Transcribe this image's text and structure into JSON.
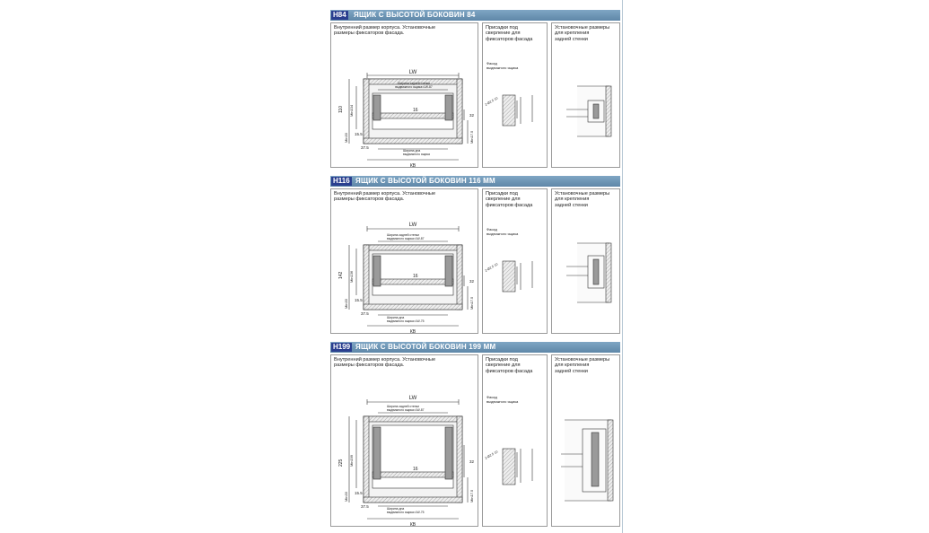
{
  "sections": [
    {
      "code": "H84",
      "title": "ЯЩИК С ВЫСОТОЙ БОКОВИН 84",
      "panel1_caption": [
        "Внутренний размер корпуса. Установочные",
        "размеры фиксаторов фасада."
      ],
      "panel2_caption": [
        "Присадки под",
        "сверление для",
        "фиксаторов фасада"
      ],
      "panel3_caption": [
        "Установочные размеры",
        "для крепления",
        "задней стенки"
      ],
      "dims": {
        "lw": "LW",
        "back_wall": [
          "Ширина задней стенки",
          "выдвижного ящика=LW-87"
        ],
        "bottom_width": [
          "Ширина дна",
          "выдвижного ящика"
        ],
        "kv": "КВ",
        "h_total": "110",
        "h_min": "Min104",
        "w16": "16",
        "left_vals": [
          "Min33",
          "15.5",
          "37.5"
        ],
        "right_vals": [
          "32",
          "Min17.5"
        ],
        "facade": [
          "Фасад",
          "выдвижного ящика"
        ],
        "drill": "2-Ø2.5 10"
      }
    },
    {
      "code": "H116",
      "title": "ЯЩИК С ВЫСОТОЙ БОКОВИН 116 ММ",
      "panel1_caption": [
        "Внутренний размер корпуса. Установочные",
        "размеры фиксаторов фасада."
      ],
      "panel2_caption": [
        "Присадки под",
        "сверление для",
        "фиксаторов фасада"
      ],
      "panel3_caption": [
        "Установочные размеры",
        "для крепления",
        "задней стенки"
      ],
      "dims": {
        "lw": "LW",
        "back_wall": [
          "Ширина задней стенки",
          "выдвижного ящика=LW-87"
        ],
        "bottom_width": [
          "Ширина дна",
          "выдвижного ящика=LW-75"
        ],
        "kv": "КВ",
        "h_total": "142",
        "h_min": "Min136",
        "w16": "16",
        "left_vals": [
          "Min33",
          "15.5",
          "37.5"
        ],
        "right_vals": [
          "32",
          "Min17.5"
        ],
        "facade": [
          "Фасад",
          "выдвижного ящика"
        ],
        "drill": "2-Ø2.5 10"
      }
    },
    {
      "code": "H199",
      "title": "ЯЩИК С ВЫСОТОЙ БОКОВИН 199 ММ",
      "panel1_caption": [
        "Внутренний размер корпуса. Установочные",
        "размеры фиксаторов фасада."
      ],
      "panel2_caption": [
        "Присадки под",
        "сверление для",
        "фиксаторов фасада"
      ],
      "panel3_caption": [
        "Установочные размеры",
        "для крепления",
        "задней стенки"
      ],
      "dims": {
        "lw": "LW",
        "back_wall": [
          "Ширина задней стенки",
          "выдвижного ящика=LW-87"
        ],
        "bottom_width": [
          "Ширина дна",
          "выдвижного ящика=LW-75"
        ],
        "kv": "КВ",
        "h_total": "225",
        "h_min": "Min199",
        "w16": "16",
        "left_vals": [
          "Min33",
          "15.5",
          "37.5"
        ],
        "right_vals": [
          "32",
          "Min17.5"
        ],
        "facade": [
          "Фасад",
          "выдвижного ящика"
        ],
        "drill": "2-Ø2.5 10"
      }
    }
  ],
  "colors": {
    "header_bar": "#6f97b8",
    "code_badge": "#2a3f8f",
    "line": "#333333",
    "hatch": "#777777"
  }
}
